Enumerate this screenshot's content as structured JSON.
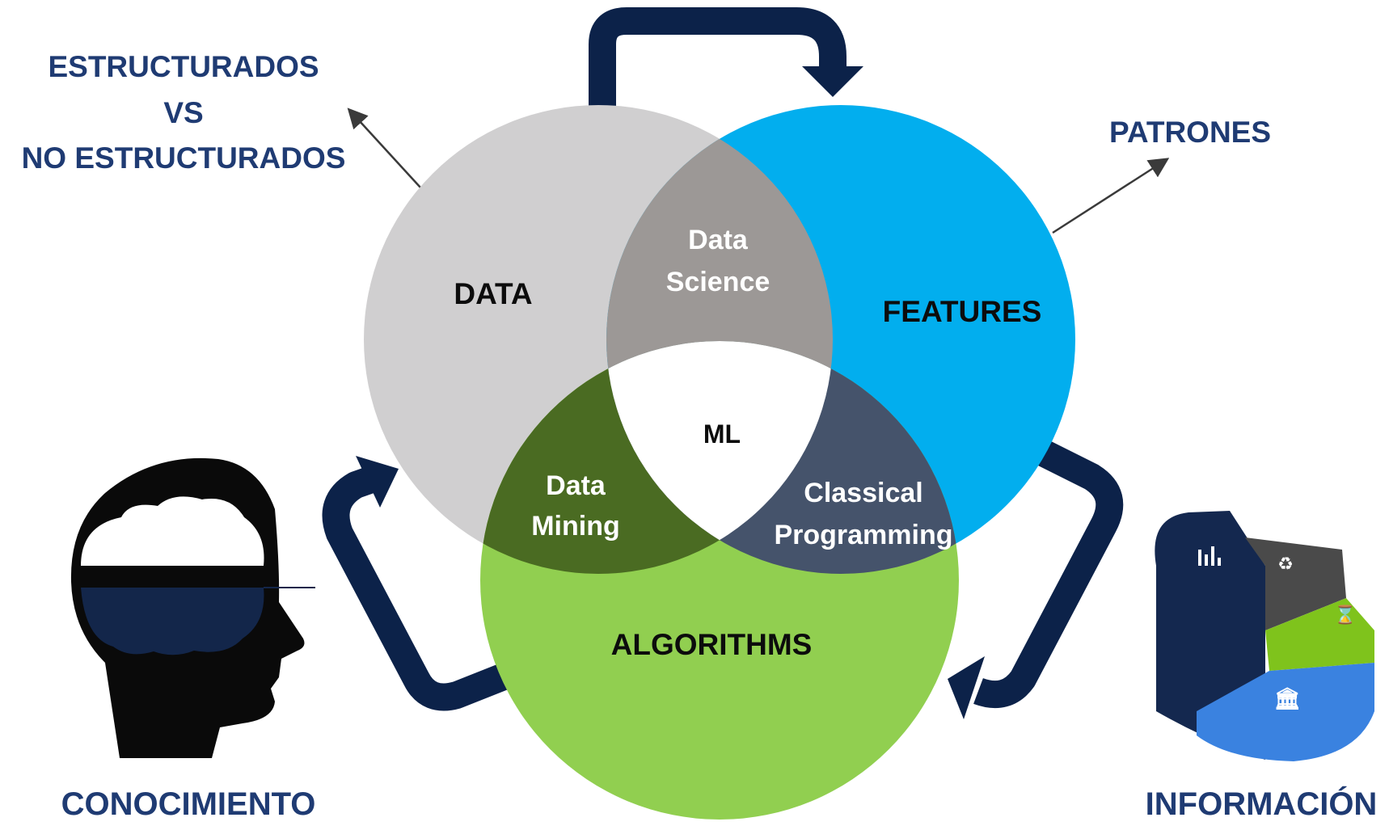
{
  "colors": {
    "navy": "#0c2249",
    "data_circle": "#d0cfd0",
    "features_circle": "#02aeee",
    "algorithms_circle": "#91cf50",
    "data_science": "#9c9896",
    "data_mining": "#4a6b22",
    "classical_programming": "#45536b",
    "ml_center": "#ffffff",
    "label_dark": "#0c0c0c",
    "label_light": "#ffffff",
    "heading_blue": "#1f3b73"
  },
  "venn": {
    "data": "DATA",
    "features": "FEATURES",
    "algorithms": "ALGORITHMS",
    "data_science": [
      "Data",
      "Science"
    ],
    "data_mining": [
      "Data",
      "Mining"
    ],
    "classical_programming": [
      "Classical",
      "Programming"
    ],
    "ml": "ML"
  },
  "outer_labels": {
    "top_left": [
      "ESTRUCTURADOS",
      "VS",
      "NO ESTRUCTURADOS"
    ],
    "top_right": "PATRONES",
    "bottom_left": "CONOCIMIENTO",
    "bottom_right": "INFORMACIÓN"
  },
  "icons": {
    "head": "head-with-brain-icon",
    "pie": "3d-pie-chart-icon",
    "pie_segments": [
      "bar-chart-icon",
      "recycle-icon",
      "hourglass-icon",
      "bank-icon"
    ]
  }
}
